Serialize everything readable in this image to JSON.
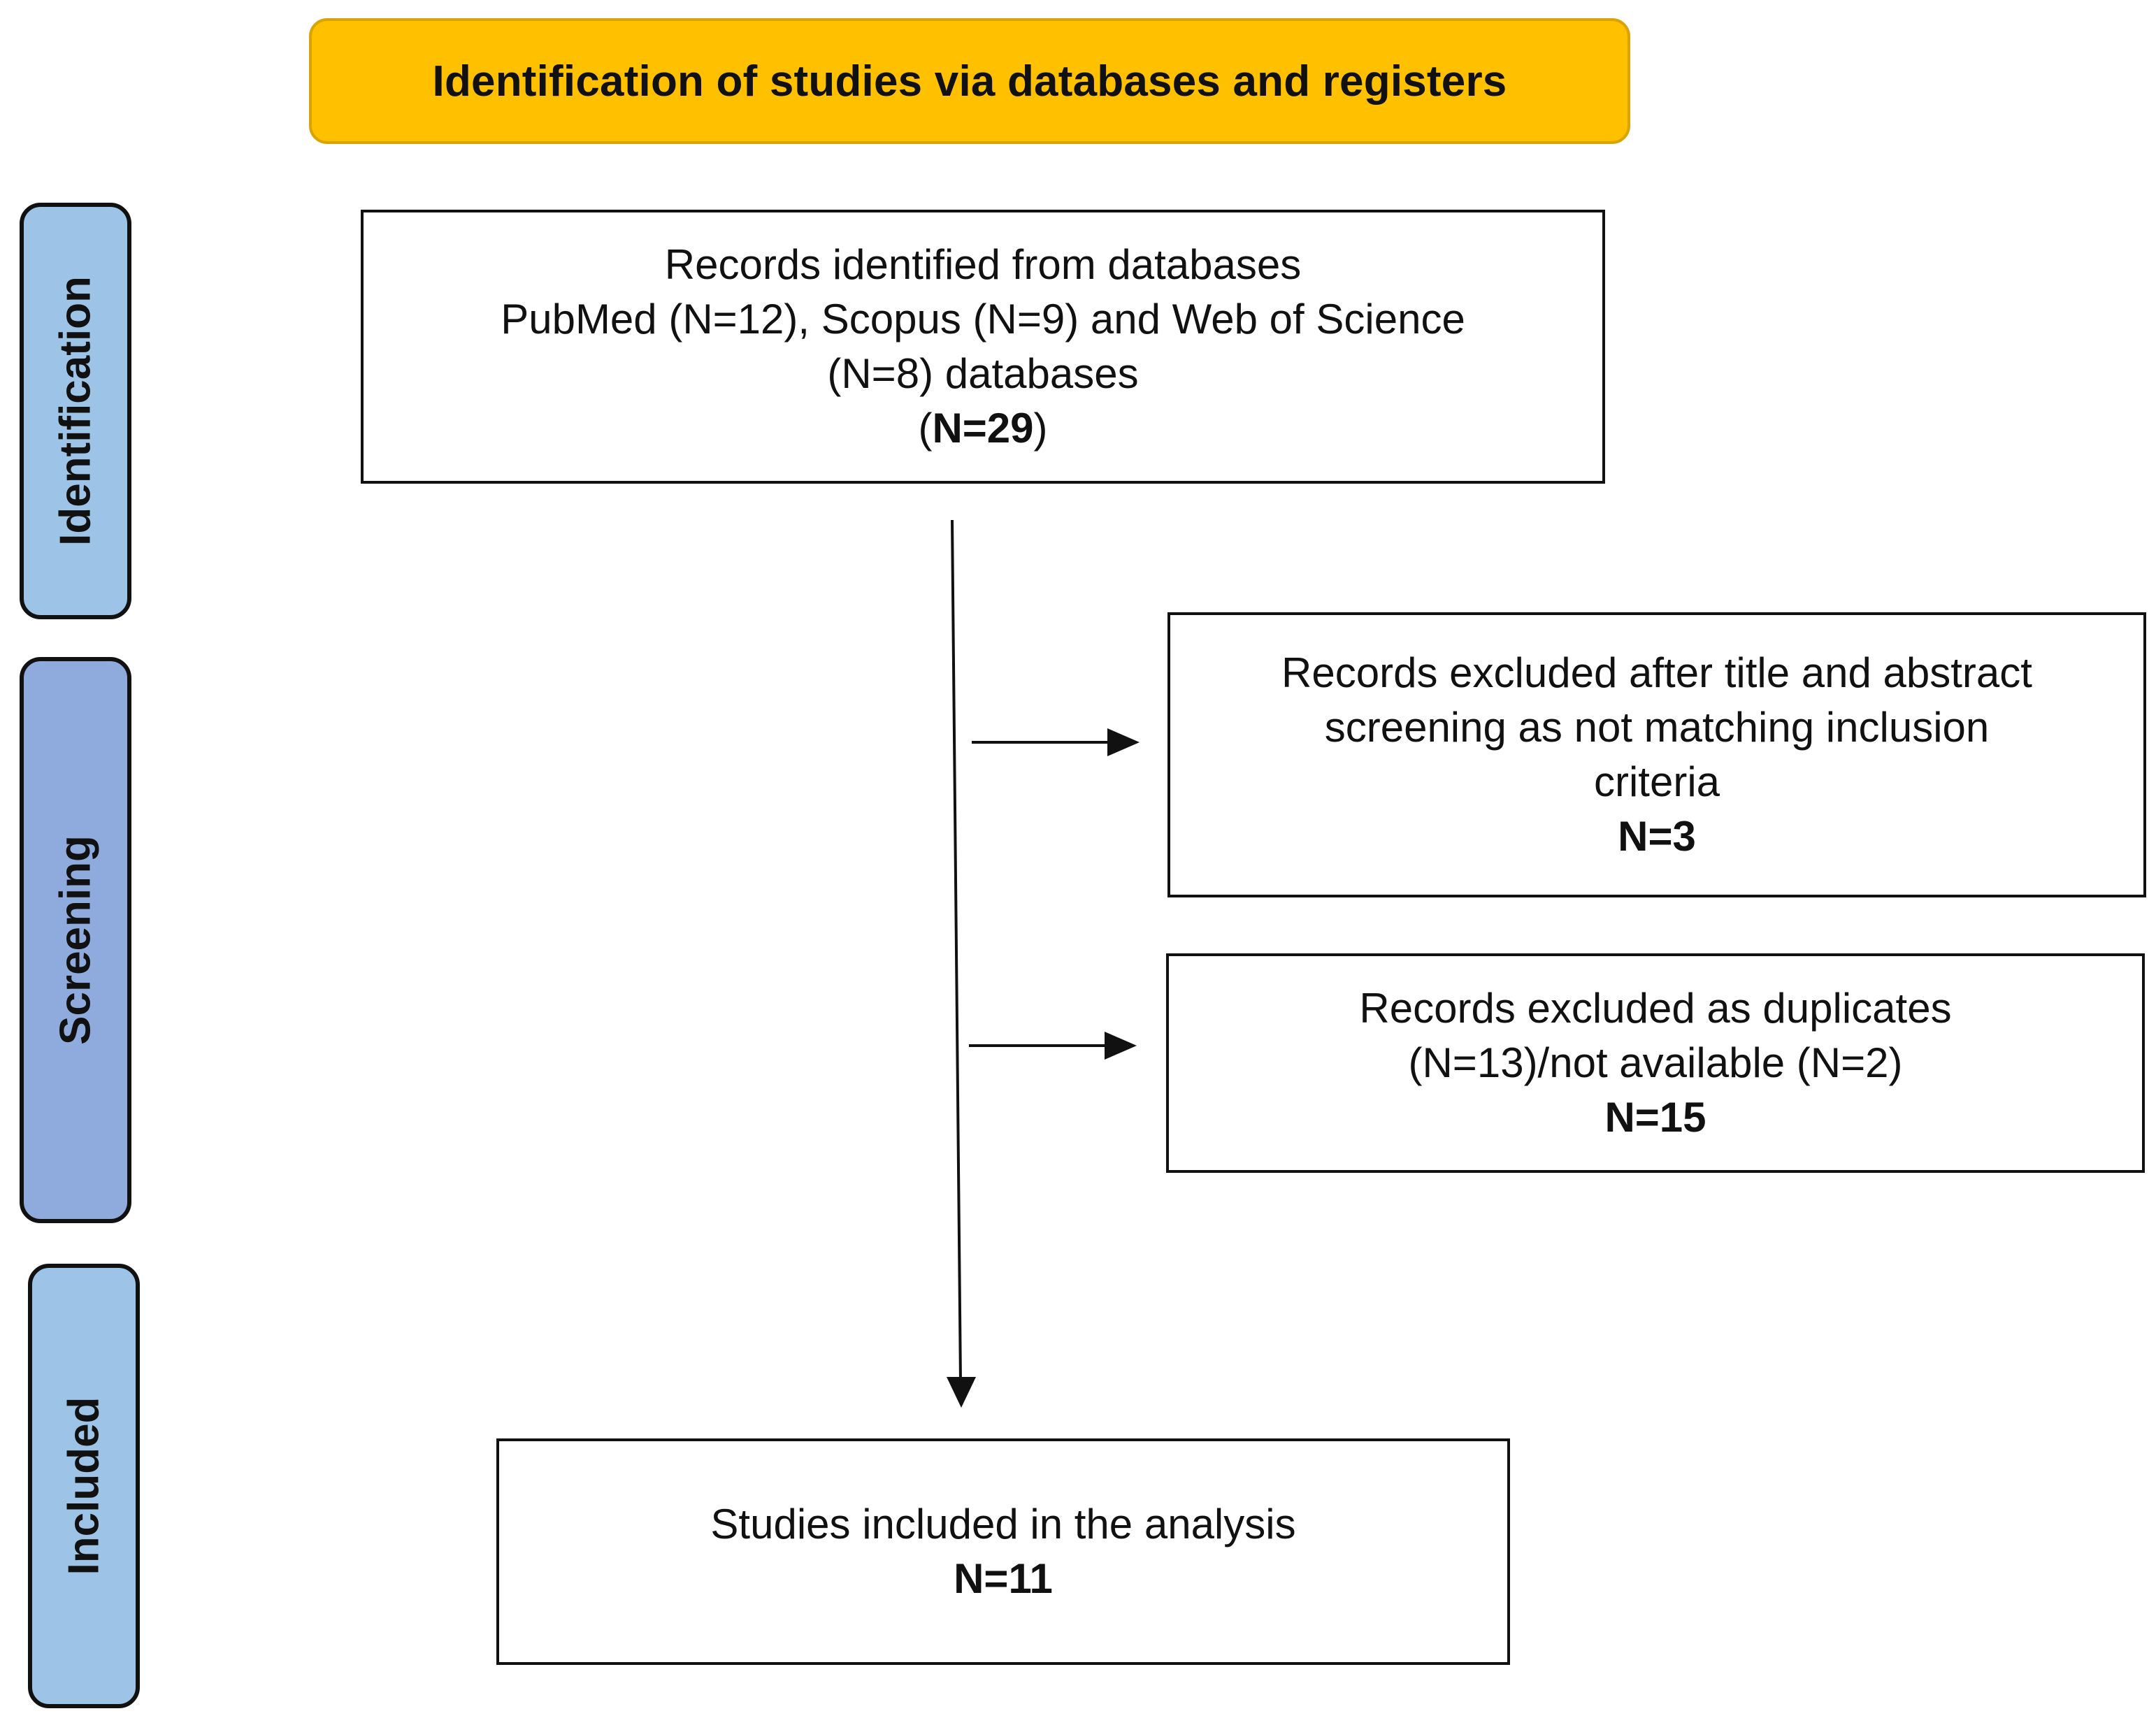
{
  "header": {
    "title": "Identification of studies via databases and registers"
  },
  "stages": {
    "identification": "Identification",
    "screening": "Screening",
    "included": "Included"
  },
  "boxes": {
    "identified": {
      "line1": "Records identified from databases",
      "line2": "PubMed (N=12), Scopus (N=9) and Web of Science",
      "line3": "(N=8) databases",
      "paren_open": "(",
      "count": "N=29",
      "paren_close": ")"
    },
    "screen_excluded": {
      "line1": "Records excluded after title and abstract",
      "line2": "screening as not matching inclusion",
      "line3": "criteria",
      "count": "N=3"
    },
    "duplicates_excluded": {
      "line1": "Records excluded as duplicates",
      "line2": "(N=13)/not available (N=2)",
      "count": "N=15"
    },
    "included": {
      "line1": "Studies included in the analysis",
      "count": "N=11"
    }
  },
  "colors": {
    "header_fill": "#FFC000",
    "identification_label_fill": "#9DC3E6",
    "screening_label_fill": "#8FAADC",
    "included_label_fill": "#9DC3E6",
    "line": "#111111"
  }
}
